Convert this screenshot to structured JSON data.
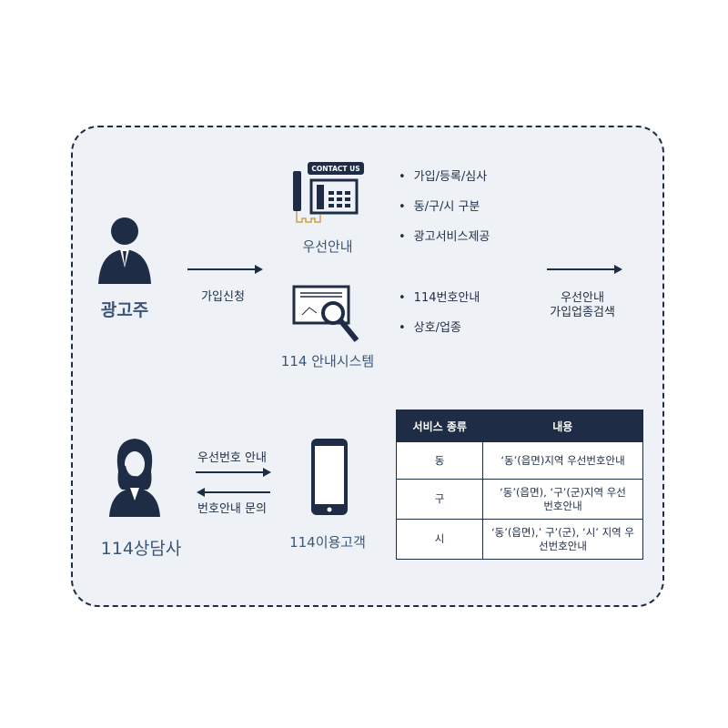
{
  "advertiser": {
    "label": "광고주"
  },
  "signup_arrow": {
    "label": "가입신청"
  },
  "priority_guide": {
    "label": "우선안내",
    "badge": "CONTACT US",
    "bullets": [
      "가입/등록/심사",
      "동/구/시 구분",
      "광고서비스제공"
    ]
  },
  "system": {
    "label": "114 안내시스템",
    "bullets": [
      "114번호안내",
      "상호/업종"
    ]
  },
  "result": {
    "line1": "우선안내",
    "line2": "가입업종검색"
  },
  "operator": {
    "label": "114상담사"
  },
  "exchange": {
    "to_customer": "우선번호 안내",
    "to_operator": "번호안내 문의"
  },
  "customer": {
    "label": "114이용고객"
  },
  "table": {
    "headers": [
      "서비스 종류",
      "내용"
    ],
    "rows": [
      {
        "type": "동",
        "content": "‘동’(읍면)지역 우선번호안내"
      },
      {
        "type": "구",
        "content": "‘동’(읍면), ‘구’(군)지역 우선번호안내"
      },
      {
        "type": "시",
        "content": "‘동’(읍면),’ 구’(군), ‘시’ 지역 우선번호안내"
      }
    ]
  },
  "colors": {
    "navy": "#1e2d45",
    "background": "#eef2f7"
  }
}
